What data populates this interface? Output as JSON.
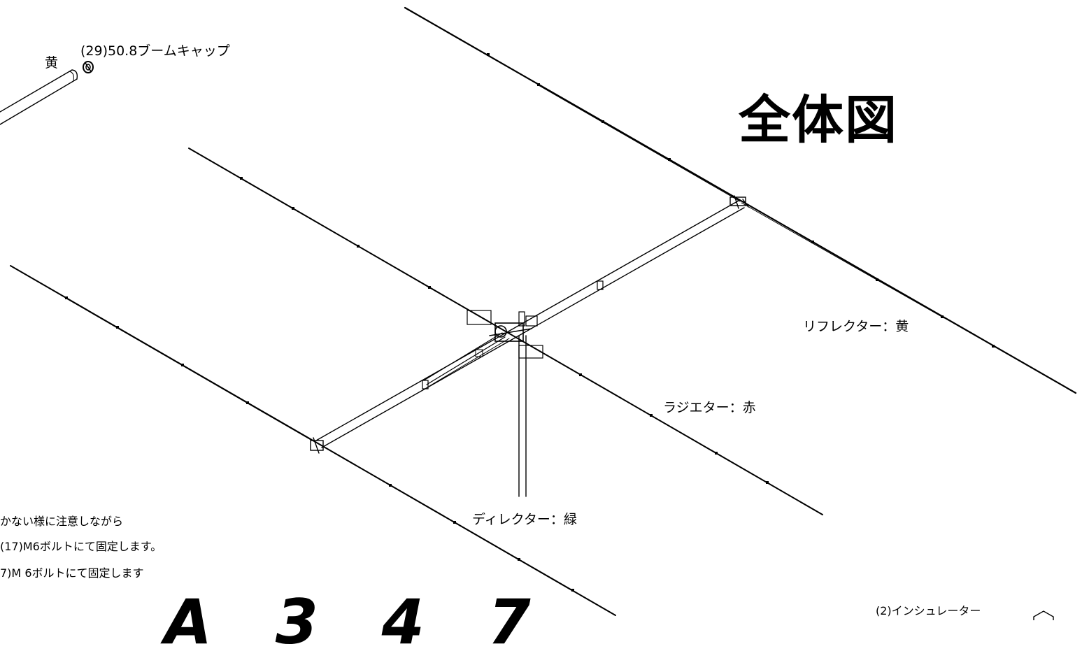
{
  "title": "全体図",
  "labels": {
    "reflector": "リフレクター：黄",
    "radiator": "ラジエター：赤",
    "director": "ディレクター：緑",
    "boom_cap": "(29)50.8ブームキャップ",
    "boom_cap_color": "黄",
    "insulator": "(2)インシュレーター"
  },
  "notes": [
    "かない様に注意しながら",
    "(17)M6ボルトにて固定します。",
    "7)M 6ボルトにて固定します"
  ],
  "model_text": "A    3 4 7",
  "colors": {
    "line": "#000000",
    "background": "#ffffff"
  }
}
